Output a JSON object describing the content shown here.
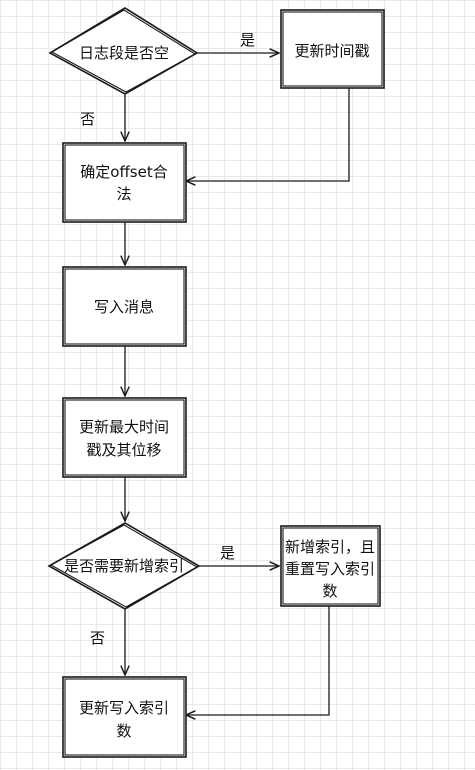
{
  "diagram": {
    "nodes": {
      "log_empty": {
        "lines": [
          "日志段是否空"
        ]
      },
      "update_timestamp": {
        "lines": [
          "更新时间戳"
        ]
      },
      "check_offset": {
        "lines": [
          "确定offset合",
          "法"
        ]
      },
      "write_message": {
        "lines": [
          "写入消息"
        ]
      },
      "update_max_ts": {
        "lines": [
          "更新最大时间",
          "戳及其位移"
        ]
      },
      "need_index": {
        "lines": [
          "是否需要新增索引"
        ]
      },
      "add_index": {
        "lines": [
          "新增索引，且",
          "重置写入索引",
          "数"
        ]
      },
      "update_index_count": {
        "lines": [
          "更新写入索引",
          "数"
        ]
      }
    },
    "edges": {
      "log_empty_yes": "是",
      "log_empty_no": "否",
      "need_index_yes": "是",
      "need_index_no": "否"
    }
  }
}
